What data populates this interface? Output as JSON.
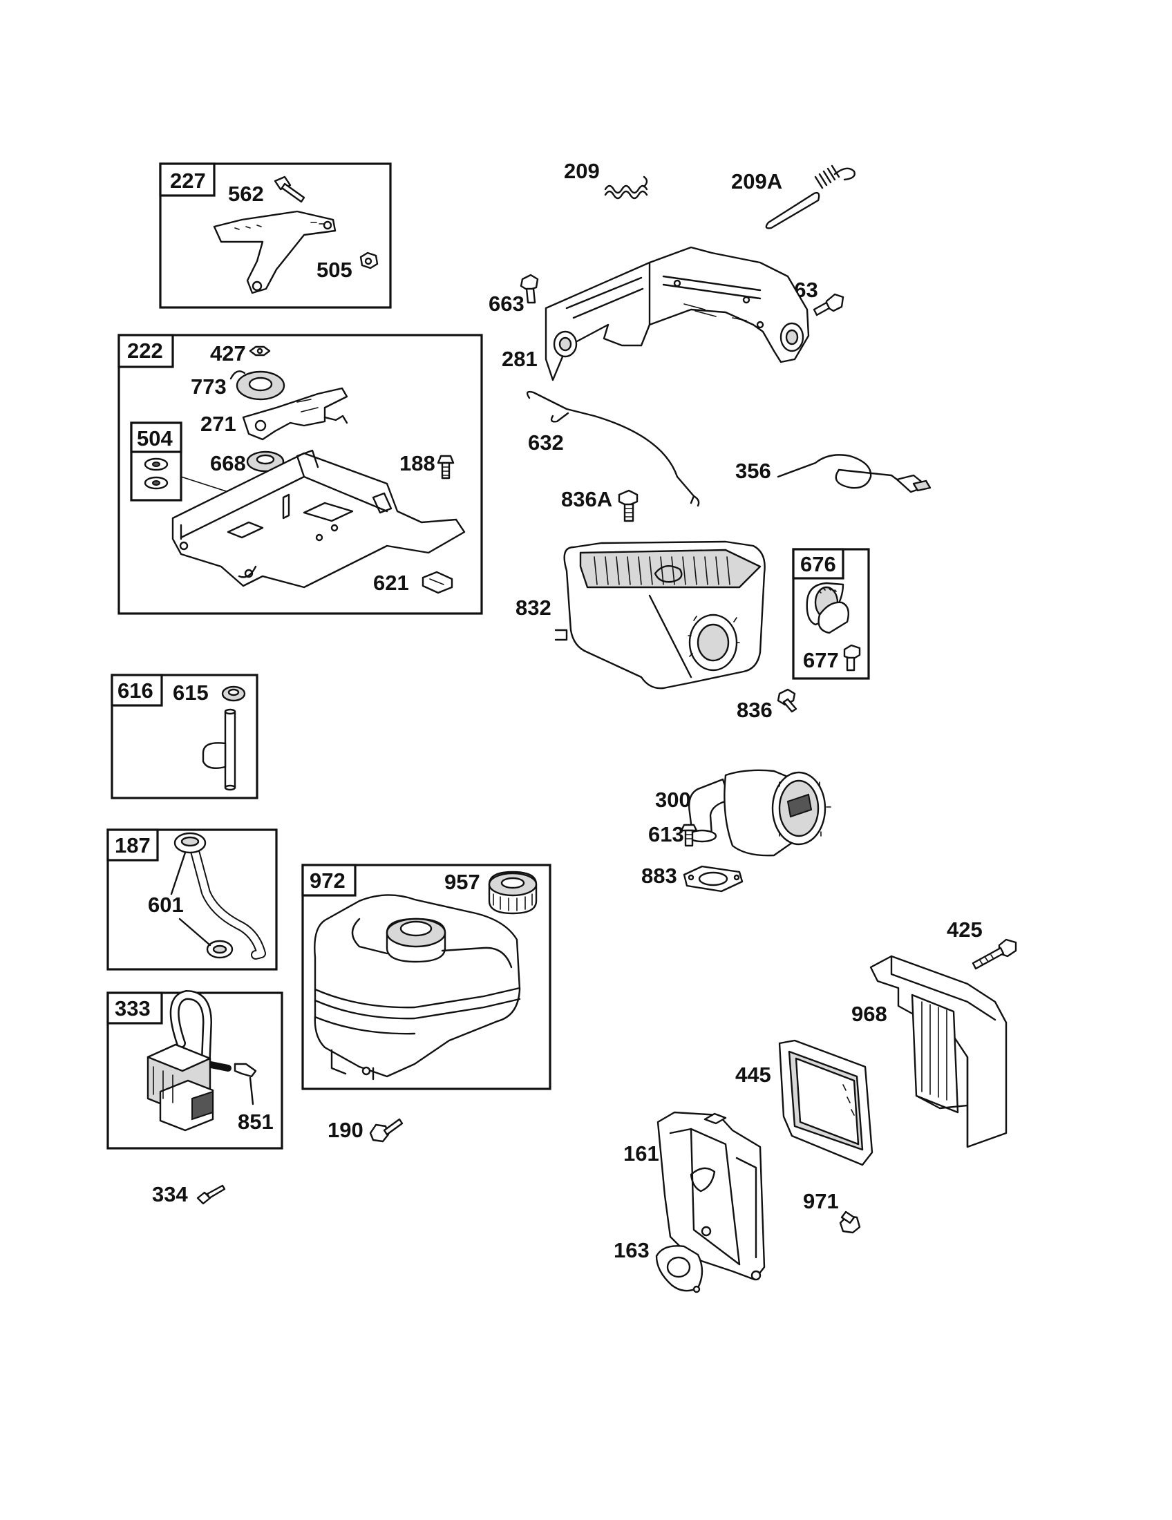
{
  "groups": {
    "g227": "227",
    "g222": "222",
    "g504": "504",
    "g616": "616",
    "g187": "187",
    "g333": "333",
    "g972": "972",
    "g676": "676"
  },
  "parts": {
    "p562": "562",
    "p505": "505",
    "p427": "427",
    "p773": "773",
    "p271": "271",
    "p668": "668",
    "p188": "188",
    "p621": "621",
    "p615": "615",
    "p601": "601",
    "p851": "851",
    "p957": "957",
    "p190": "190",
    "p334": "334",
    "p209": "209",
    "p209A": "209A",
    "p663a": "663",
    "p663b": "663",
    "p281": "281",
    "p632": "632",
    "p356": "356",
    "p836A": "836A",
    "p832": "832",
    "p677": "677",
    "p836": "836",
    "p300": "300",
    "p613": "613",
    "p883": "883",
    "p425": "425",
    "p968": "968",
    "p445": "445",
    "p161": "161",
    "p971": "971",
    "p163": "163"
  }
}
